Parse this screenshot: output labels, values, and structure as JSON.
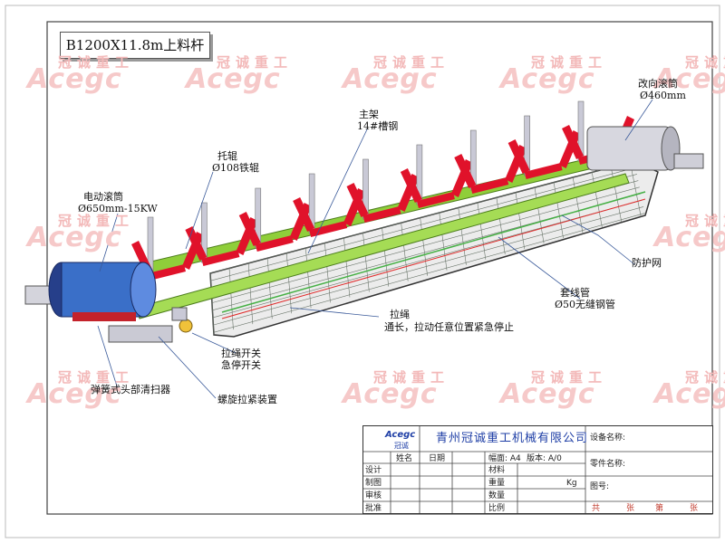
{
  "title": "B1200X11.8m上料杆",
  "watermark": {
    "cn": "冠诚重工",
    "en": "Acegc"
  },
  "labels": {
    "main_frame": "主架",
    "main_frame_spec": "14#槽钢",
    "idler": "托辊",
    "idler_spec": "Ø108铁辊",
    "drive_drum": "电动滚筒",
    "drive_drum_spec": "Ø650mm-15KW",
    "bend_drum": "改向滚筒",
    "bend_drum_spec": "Ø460mm",
    "guard_net": "防护网",
    "conduit": "套线管",
    "conduit_spec": "Ø50无缝钢管",
    "pull_rope": "拉绳",
    "pull_rope_desc": "通长，拉动任意位置紧急停止",
    "rope_switch": "拉绳开关",
    "emergency_switch": "急停开关",
    "cleaner": "弹簧式头部清扫器",
    "tensioner": "螺旋拉紧装置"
  },
  "title_block": {
    "logo": "Acegc",
    "logo_cn": "冠诚",
    "company": "青州冠诚重工机械有限公司",
    "equipment_name": "设备名称:",
    "part_name": "零件名称:",
    "drawing_no": "图号:",
    "col_name": "姓名",
    "col_date": "日期",
    "sheet_size": "幅面: A4",
    "version": "版本: A/0",
    "roles": [
      "设计",
      "制图",
      "审核",
      "批准"
    ],
    "props": [
      "材料",
      "重量",
      "数量",
      "比例"
    ],
    "weight_unit": "Kg",
    "sheet_count": [
      "共",
      "张",
      "第",
      "张"
    ]
  },
  "colors": {
    "frame_green": "#8fce3a",
    "idler_red": "#e0122a",
    "bracket_gray": "#c9c9d6",
    "drum_blue": "#3a6fc8",
    "guard_net": "#606a60",
    "watermark": "#f3b9b9",
    "title_blue": "#1f3fa6"
  }
}
